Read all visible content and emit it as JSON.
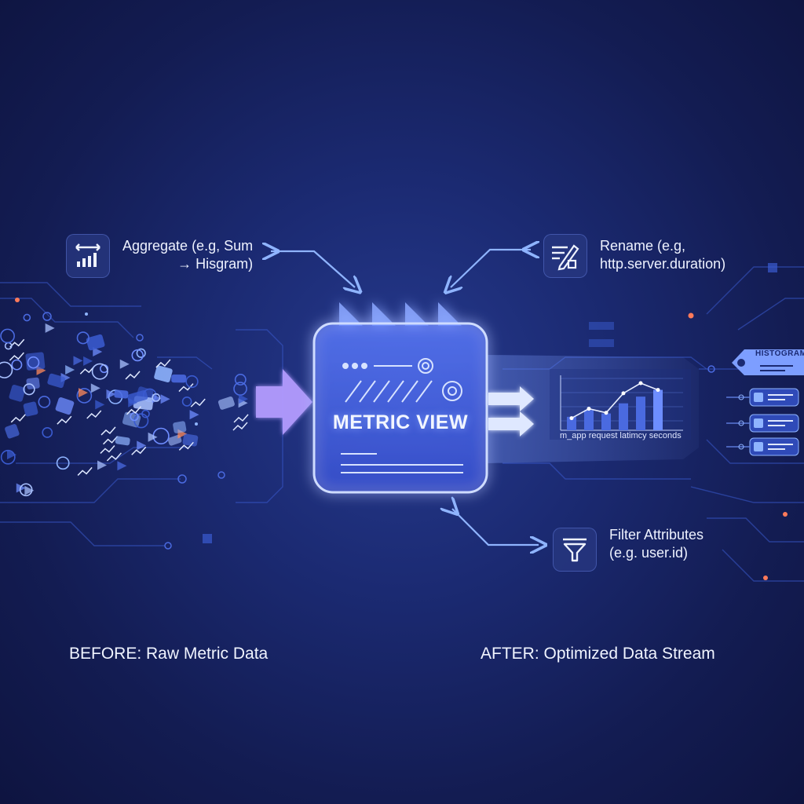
{
  "diagram": {
    "center_block": {
      "title": "METRIC VIEW"
    },
    "operations": {
      "aggregate": {
        "line1": "Aggregate (e.g, Sum",
        "line2": "→ Hisgram)",
        "icon": "bar-chart-icon"
      },
      "rename": {
        "line1": "Rename (e.g,",
        "line2": "http.server.duration)",
        "icon": "edit-pencil-icon"
      },
      "filter": {
        "line1": "Filter Attributes",
        "line2": "(e.g. user.id)",
        "icon": "funnel-icon"
      }
    },
    "before_caption": "BEFORE: Raw Metric Data",
    "after_caption": "AFTER: Optimized Data Stream",
    "output_chart": {
      "caption": "m_app request latimcy seconds"
    },
    "output_tag": "HISTOGRAM"
  },
  "chart_data": {
    "type": "bar",
    "values": [
      2,
      3,
      2.5,
      4,
      5,
      6
    ],
    "line": [
      1.8,
      3.2,
      2.6,
      5.5,
      7,
      6
    ]
  },
  "colors": {
    "background": "#1b2a72",
    "accent": "#8fb4ff",
    "glow": "#6f8dff",
    "input_arrow": "#b49cff",
    "dot_accent": "#ff7a5a"
  }
}
